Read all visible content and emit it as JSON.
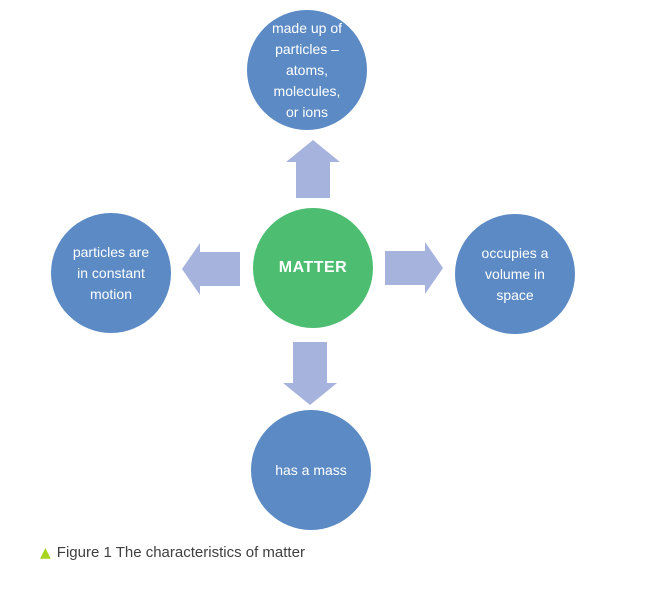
{
  "colors": {
    "background": "#ffffff",
    "node_blue": "#5b8ac5",
    "center_green": "#4dbe71",
    "arrow_blue": "#a6b3dd",
    "node_text": "#ffffff",
    "caption_text": "#3f3f3f",
    "caption_marker": "#a6d41f"
  },
  "diagram": {
    "center": {
      "label": "MATTER"
    },
    "nodes": {
      "top": {
        "text": "made up of\nparticles –\natoms,\nmolecules,\nor ions"
      },
      "left": {
        "text": "particles are\nin constant\nmotion"
      },
      "right": {
        "text": "occupies a\nvolume in\nspace"
      },
      "bottom": {
        "text": "has a mass"
      }
    }
  },
  "caption": {
    "marker": "▲",
    "text": "Figure 1 The characteristics of matter"
  }
}
